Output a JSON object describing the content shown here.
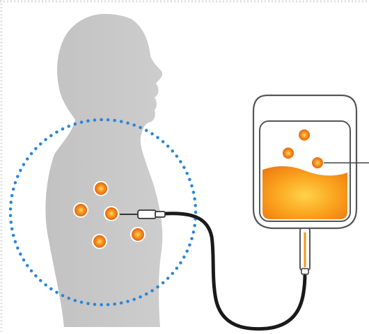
{
  "diagram": {
    "visible_text": [],
    "colors": {
      "background": "#ffffff",
      "border_dots": "#e3e3e3",
      "silhouette": "#c6c6c6",
      "dotted_circle": "#2b86d6",
      "cell_orange": "#f06a12",
      "cell_highlight": "#ffc34a",
      "bag_outline": "#555555",
      "fluid_orange": "#f7941d",
      "fluid_light": "#ffcc33",
      "tube": "#1a1a1a"
    },
    "icons": [
      "human-silhouette",
      "cell-icon",
      "iv-bag-icon",
      "catheter-icon"
    ],
    "counts": {
      "cells_in_body": 5,
      "cells_in_bag": 3
    }
  }
}
